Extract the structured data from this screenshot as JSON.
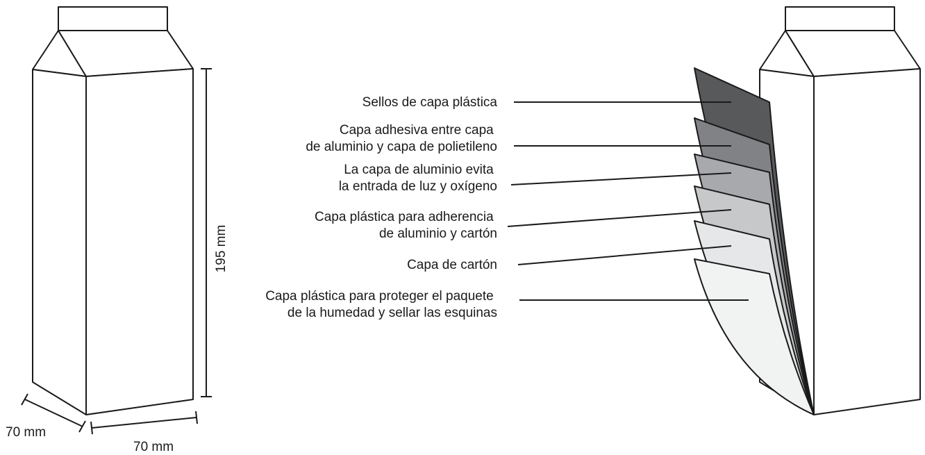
{
  "dimensions": {
    "height": "195 mm",
    "depth": "70 mm",
    "width": "70 mm"
  },
  "layers": [
    {
      "lines": [
        "Sellos de capa plástica"
      ],
      "color": "#58595b"
    },
    {
      "lines": [
        "Capa adhesiva entre capa",
        "de aluminio y capa de polietileno"
      ],
      "color": "#808285"
    },
    {
      "lines": [
        "La capa de aluminio evita",
        "la entrada de luz y oxígeno"
      ],
      "color": "#a7a9ac"
    },
    {
      "lines": [
        "Capa plástica para adherencia",
        "de aluminio y cartón"
      ],
      "color": "#c7c8ca"
    },
    {
      "lines": [
        "Capa de cartón"
      ],
      "color": "#e6e7e8"
    },
    {
      "lines": [
        "Capa plástica para proteger el paquete",
        "de la humedad y sellar las esquinas"
      ],
      "color": "#f1f2f2"
    }
  ]
}
